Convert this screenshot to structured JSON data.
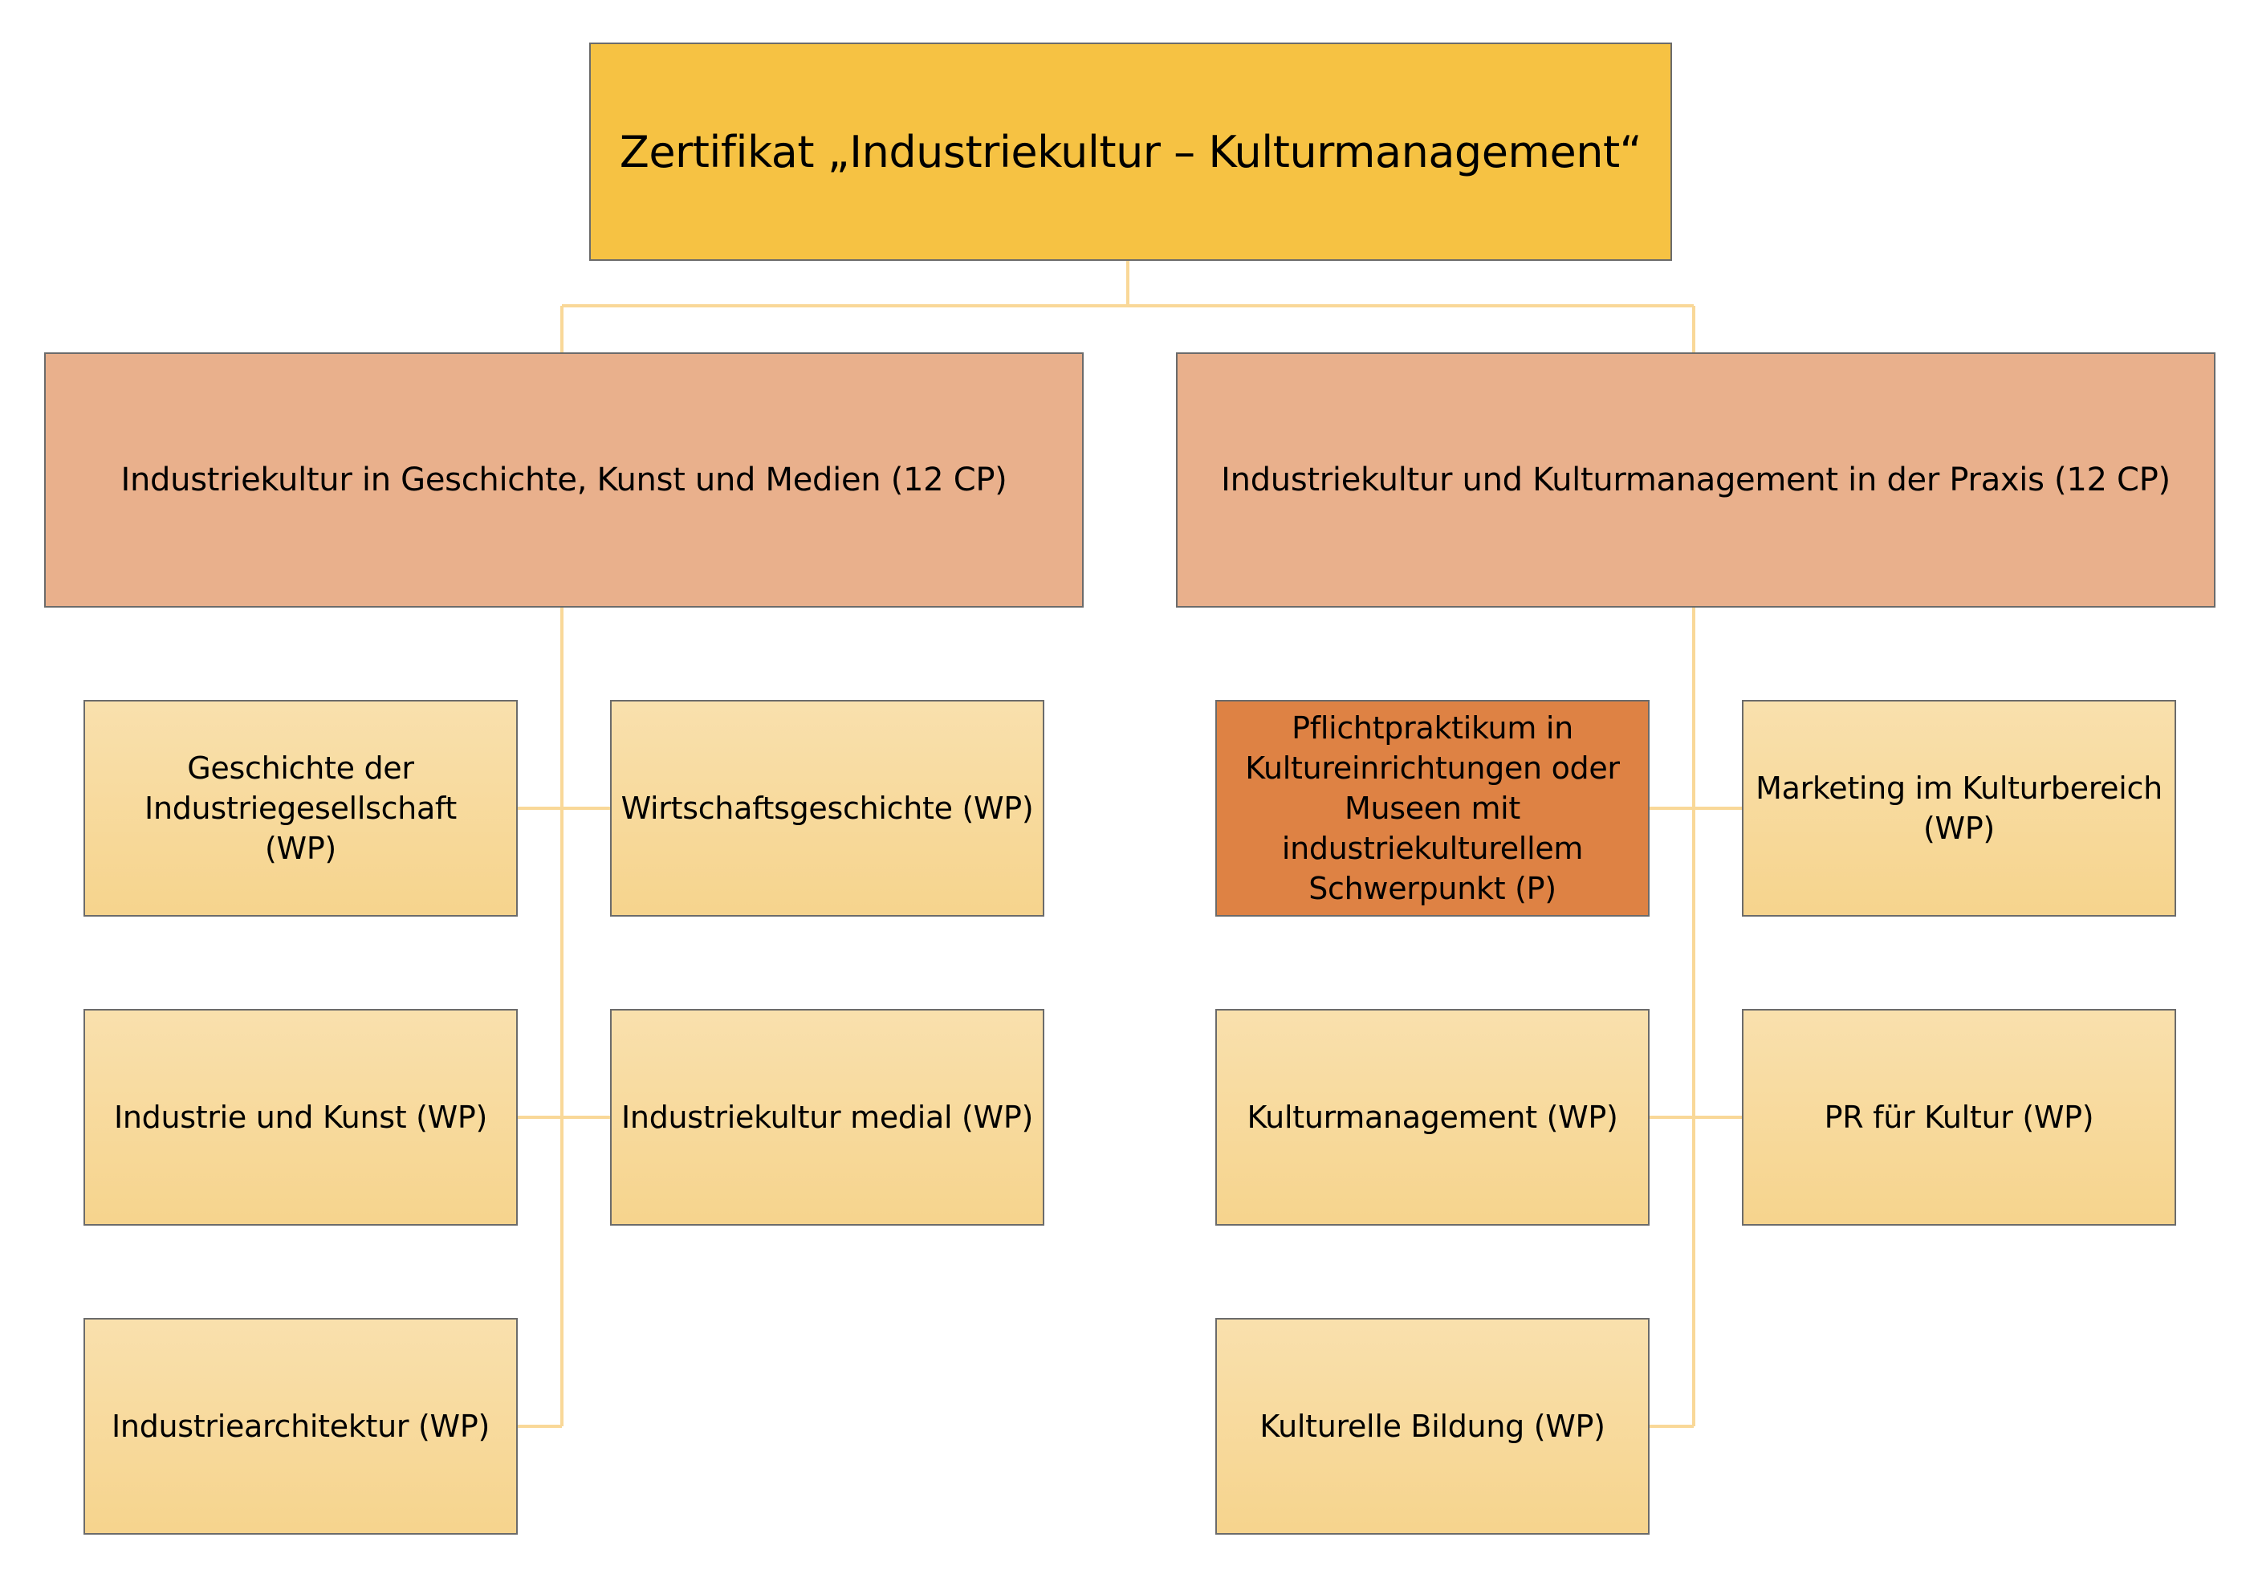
{
  "colors": {
    "root_fill": "#f6c243",
    "category_fill": "#e9b08c",
    "leaf_fill": "#f8d99a",
    "required_fill": "#de8244",
    "connector": "#f9d898",
    "border": "#6b6b6b"
  },
  "root": {
    "label": "Zertifikat „Industriekultur – Kulturmanagement“"
  },
  "categories": [
    {
      "label": "Industriekultur in Geschichte, Kunst und Medien (12 CP)",
      "modules": [
        "Geschichte der Industriegesellschaft (WP)",
        "Wirtschaftsgeschichte (WP)",
        "Industrie und Kunst (WP)",
        "Industriekultur medial (WP)",
        "Industriearchitektur (WP)"
      ]
    },
    {
      "label": "Industriekultur und Kulturmanagement in der Praxis (12 CP)",
      "modules": [
        "Pflichtpraktikum in Kultureinrichtungen oder Museen mit industriekulturellem Schwerpunkt (P)",
        "Marketing im Kulturbereich (WP)",
        "Kulturmanagement (WP)",
        "PR für Kultur (WP)",
        "Kulturelle Bildung (WP)"
      ]
    }
  ]
}
